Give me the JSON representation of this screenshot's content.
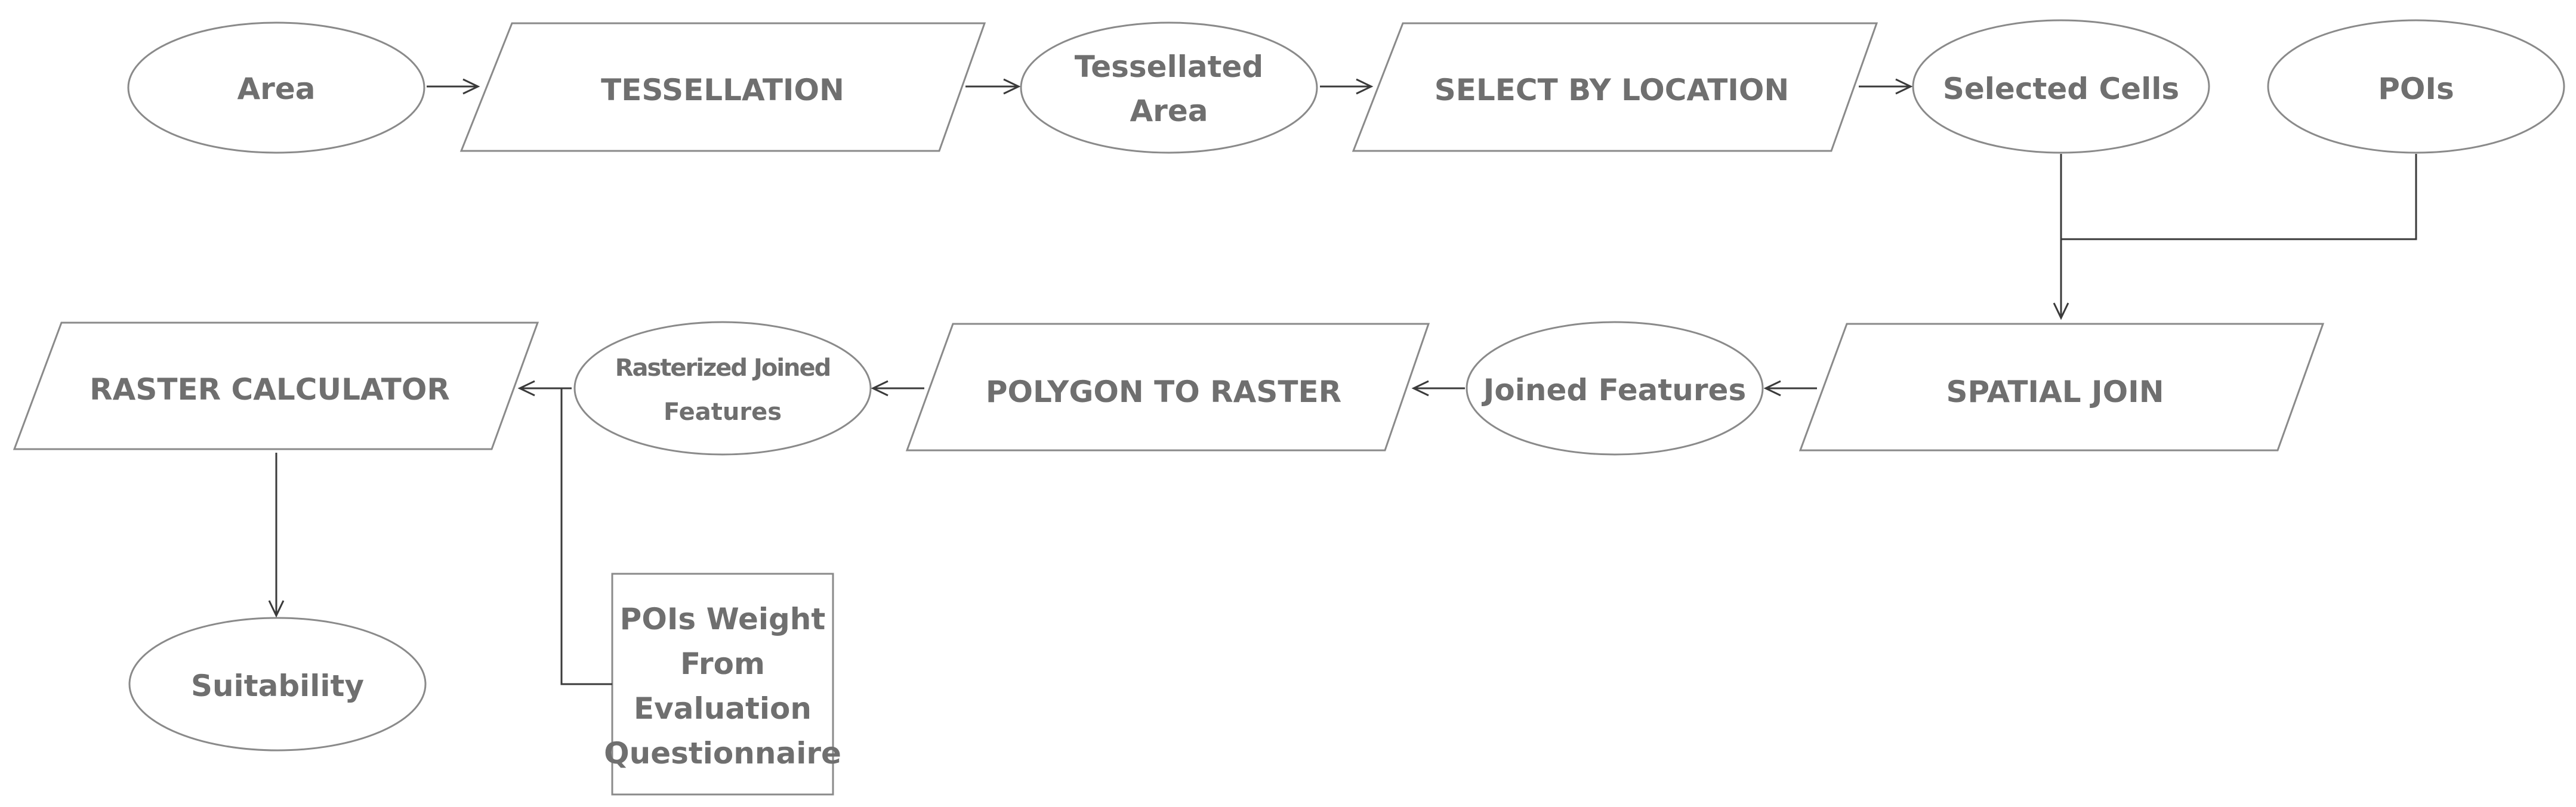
{
  "nodes": {
    "area": "Area",
    "tessellation": "TESSELLATION",
    "tessellated_area": [
      "Tessellated",
      "Area"
    ],
    "select_by_location": "SELECT BY LOCATION",
    "selected_cells": "Selected Cells",
    "pois": "POIs",
    "spatial_join": "SPATIAL JOIN",
    "joined_features": "Joined Features",
    "polygon_to_raster": "POLYGON TO RASTER",
    "rasterized_joined_features": [
      "Rasterized Joined",
      "Features"
    ],
    "raster_calculator": "RASTER CALCULATOR",
    "suitability": "Suitability",
    "pois_weight": [
      "POIs Weight",
      "From",
      "Evaluation",
      "Questionnaire"
    ]
  },
  "colors": {
    "shape_stroke": "#8a8a8a",
    "text": "#6f6f6f",
    "connector": "#3a3a3a"
  }
}
